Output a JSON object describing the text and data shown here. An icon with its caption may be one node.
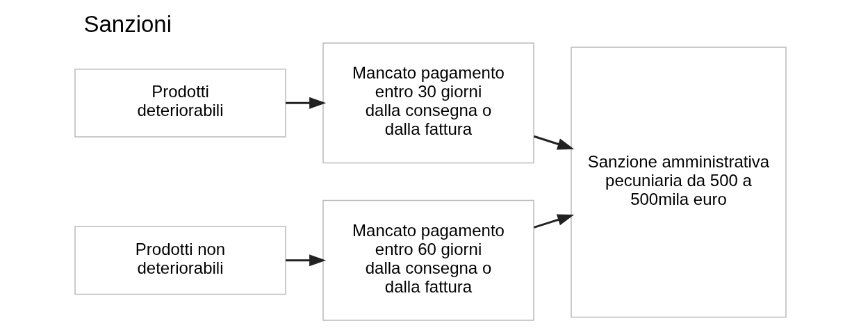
{
  "diagram": {
    "title": "Sanzioni",
    "nodes": [
      {
        "text": [
          "Prodotti deteriorabili"
        ]
      },
      {
        "text": [
          "Mancato pagamento entro 30 giorni dalla consegna o dalla fattura"
        ]
      },
      {
        "text": [
          "Prodotti non deteriorabili"
        ]
      },
      {
        "text": [
          "Mancato pagamento entro 60 giorni dalla consegna o dalla fattura"
        ]
      },
      {
        "text": [
          "Sanzione amministrativa pecuniaria da 500 a 500mila euro"
        ]
      }
    ],
    "edges": [
      {
        "from": 0,
        "to": 1,
        "arrow": "to"
      },
      {
        "from": 2,
        "to": 3,
        "arrow": "to"
      },
      {
        "from": 1,
        "to": 4,
        "arrow": "to"
      },
      {
        "from": 3,
        "to": 4,
        "arrow": "to"
      }
    ]
  }
}
